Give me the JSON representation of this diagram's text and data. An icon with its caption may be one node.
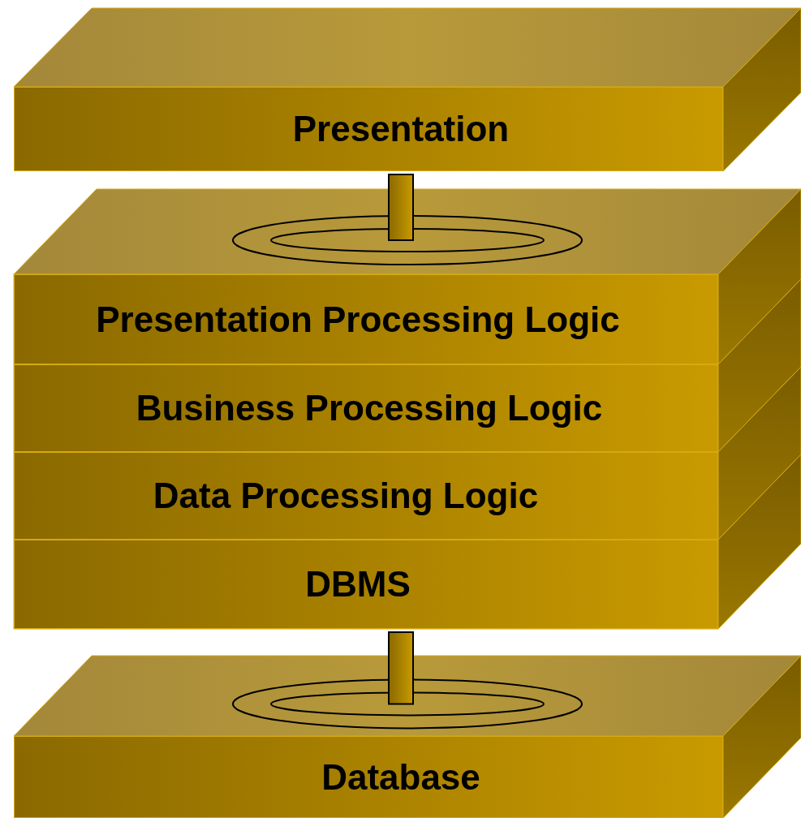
{
  "diagram": {
    "nodes": [
      {
        "text": [
          "Presentation"
        ]
      },
      {
        "text": [],
        "shape": "box"
      },
      {
        "text": [
          "Presentation Processing Logic"
        ],
        "in": 1
      },
      {
        "text": [
          "Business Processing Logic"
        ],
        "in": 1
      },
      {
        "text": [
          "Data Processing Logic"
        ],
        "in": 1
      },
      {
        "text": [
          "DBMS"
        ],
        "in": 1
      },
      {
        "text": [
          "Database"
        ]
      }
    ],
    "edges": [
      {
        "from": 0,
        "to": 1,
        "arrow": "none"
      },
      {
        "from": 5,
        "to": 6,
        "arrow": "none"
      }
    ]
  }
}
